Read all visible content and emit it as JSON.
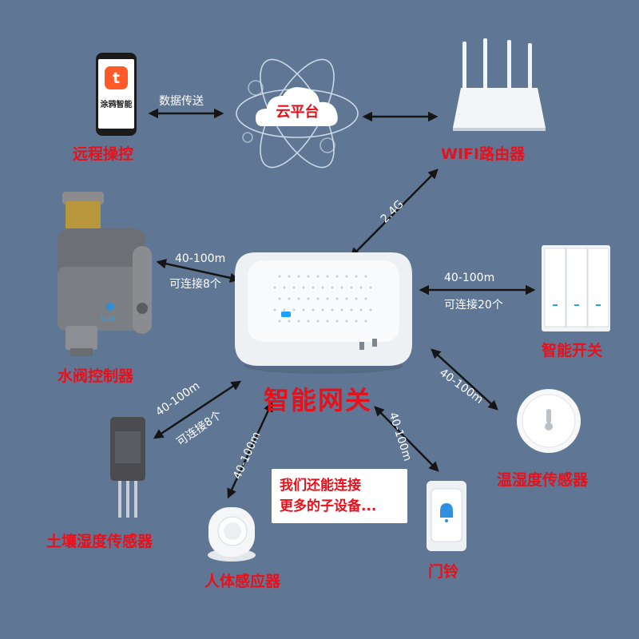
{
  "center": {
    "label": "智能网关",
    "led_color": "#1aa3ff"
  },
  "phone": {
    "app_name": "涂鸦智能",
    "label": "远程操控"
  },
  "cloud": {
    "label": "云平台"
  },
  "router": {
    "label": "WIFI路由器"
  },
  "valve": {
    "label": "水阀控制器",
    "brand": "tuya"
  },
  "switch": {
    "label": "智能开关"
  },
  "soil": {
    "label": "土壤湿度传感器"
  },
  "body_sensor": {
    "label": "人体感应器"
  },
  "doorbell": {
    "label": "门铃"
  },
  "th_sensor": {
    "label": "温湿度传感器"
  },
  "links": {
    "phone_cloud": "数据传送",
    "router_gateway": "2.4G",
    "valve_range": "40-100m",
    "valve_count": "可连接8个",
    "switch_range": "40-100m",
    "switch_count": "可连接20个",
    "soil_range": "40-100m",
    "soil_count": "可连接8个",
    "body_range": "40-100m",
    "doorbell_range": "40-100m",
    "th_range": "40-100m"
  },
  "callout": {
    "line1": "我们还能连接",
    "line2": "更多的子设备..."
  },
  "colors": {
    "background": "#5f7794",
    "label_red": "#e8101a",
    "arrow": "#151515"
  }
}
